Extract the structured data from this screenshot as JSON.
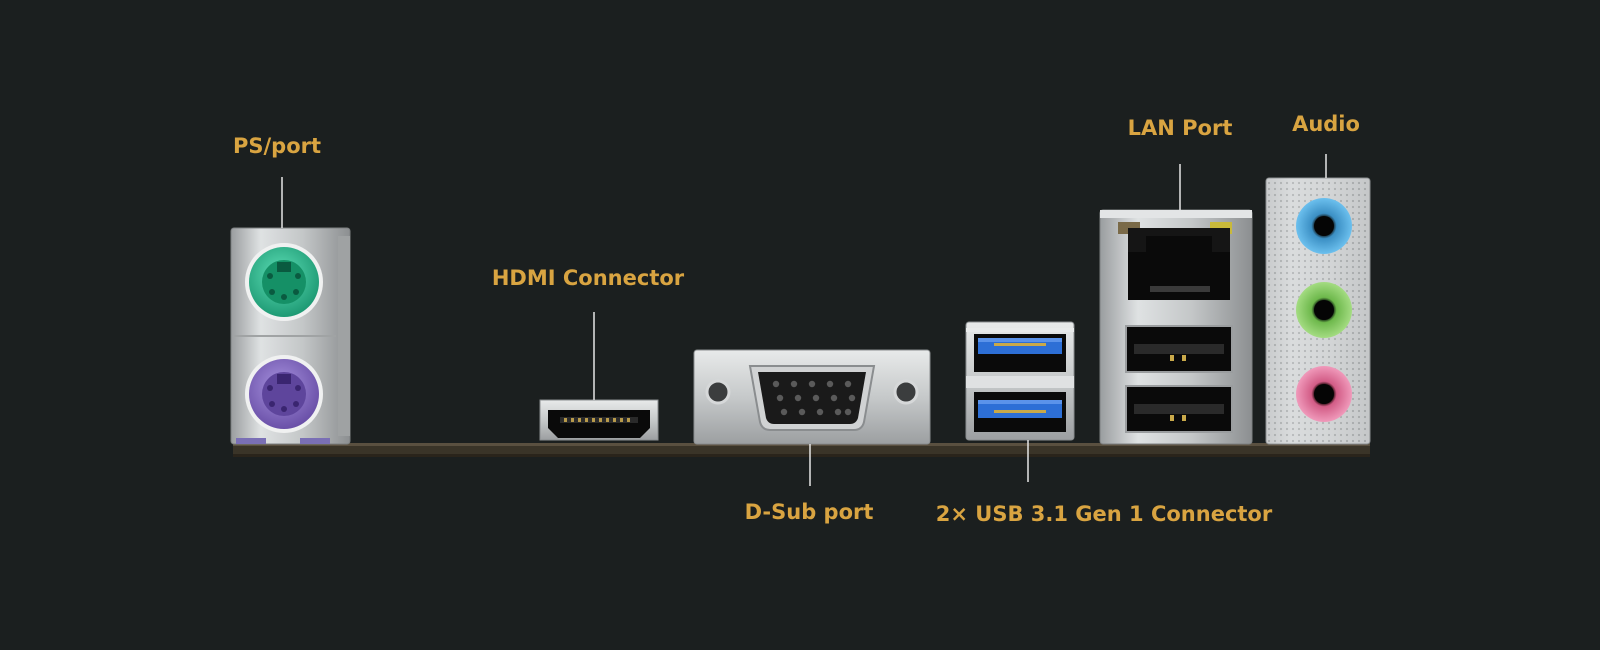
{
  "colors": {
    "background": "#1b1f1f",
    "label": "#d9a441",
    "leader": "#e6e6e6",
    "ps2_keyboard": "#2fbf94",
    "ps2_mouse": "#8a6fc7",
    "usb3_blue": "#2d6fd6",
    "audio_line_in": "#5aaee0",
    "audio_line_out": "#8fcf6a",
    "audio_mic": "#e07aa0",
    "metal": "#c9cccd"
  },
  "labels": {
    "ps2": "PS/port",
    "hdmi": "HDMI Connector",
    "dsub": "D-Sub port",
    "usb": "2× USB 3.1 Gen 1 Connector",
    "lan": "LAN Port",
    "audio": "Audio"
  }
}
